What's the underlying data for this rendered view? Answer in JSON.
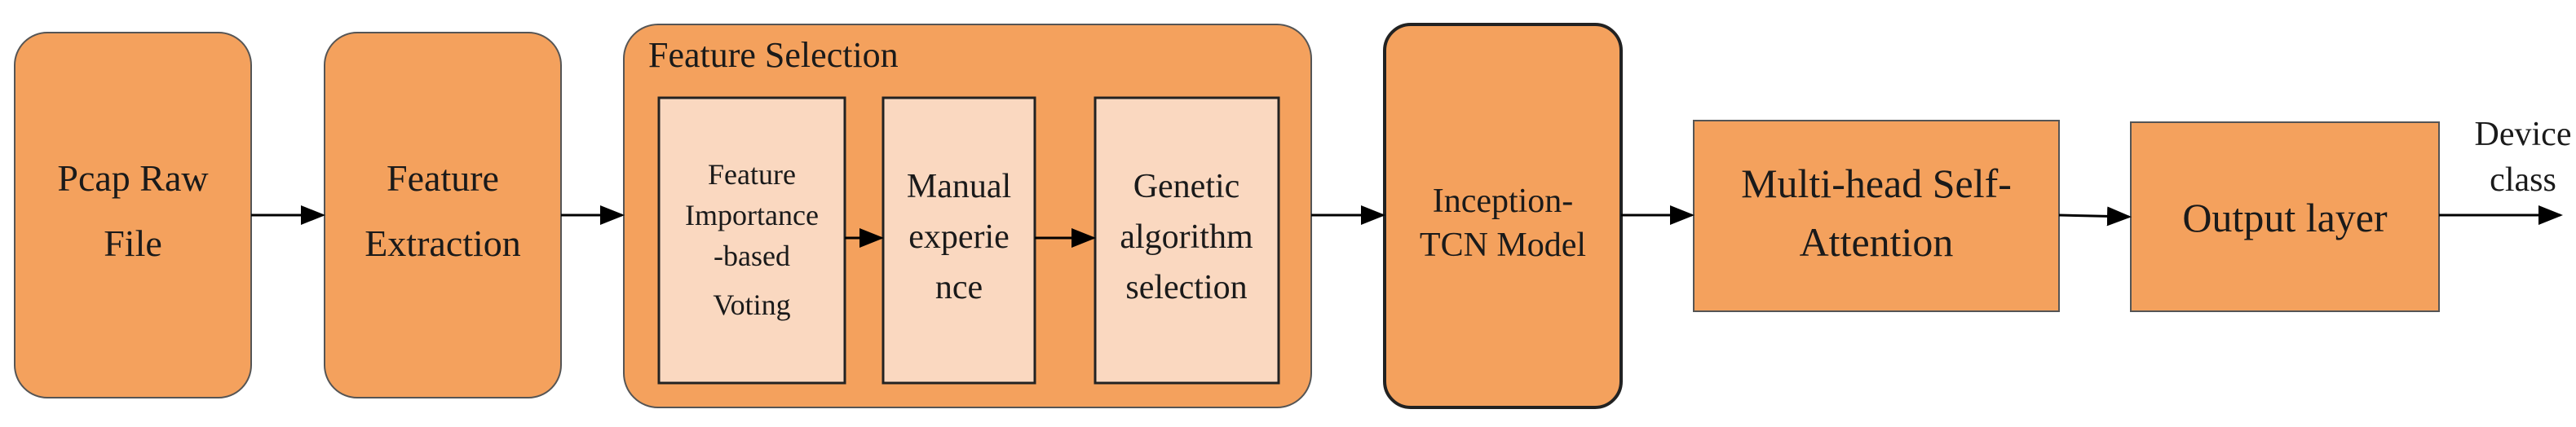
{
  "diagram": {
    "colors": {
      "box_fill": "#F4A15D",
      "inner_fill": "#FAD8C0",
      "stroke": "#555555",
      "dark_stroke": "#222222",
      "arrow": "#000000"
    },
    "nodes": {
      "pcap": {
        "lines": [
          "Pcap Raw",
          "File"
        ]
      },
      "extraction": {
        "lines": [
          "Feature",
          "Extraction"
        ]
      },
      "selection": {
        "title": "Feature Selection",
        "steps": {
          "importance": {
            "lines": [
              "Feature",
              "Importance",
              "-based",
              "Voting"
            ]
          },
          "manual": {
            "lines": [
              "Manual",
              "experie",
              "nce"
            ]
          },
          "genetic": {
            "lines": [
              "Genetic",
              "algorithm",
              "selection"
            ]
          }
        }
      },
      "inception": {
        "lines": [
          "Inception-",
          "TCN Model"
        ]
      },
      "attention": {
        "lines": [
          "Multi-head Self-",
          "Attention"
        ]
      },
      "output": {
        "lines": [
          "Output layer"
        ]
      },
      "device": {
        "lines": [
          "Device",
          "class"
        ]
      }
    }
  }
}
